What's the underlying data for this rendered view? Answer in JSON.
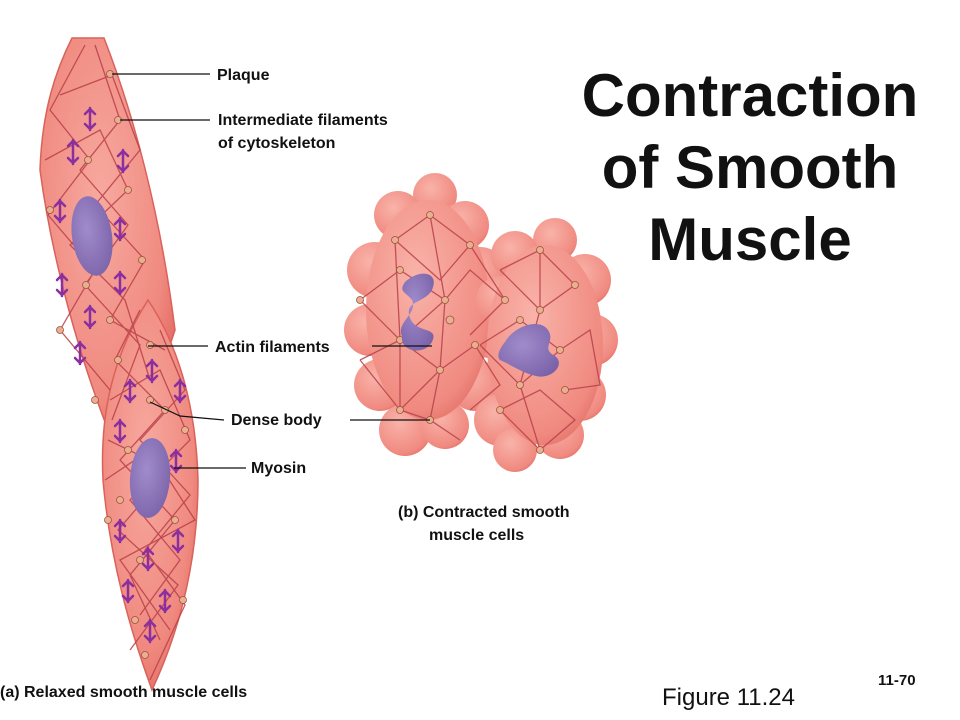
{
  "title": "Contraction of Smooth Muscle",
  "labels": {
    "plaque": "Plaque",
    "intermediate_1": "Intermediate filaments",
    "intermediate_2": "of cytoskeleton",
    "actin": "Actin filaments",
    "dense_body": "Dense body",
    "myosin": "Myosin"
  },
  "captions": {
    "relaxed": "(a) Relaxed smooth muscle cells",
    "contracted_1": "(b) Contracted smooth",
    "contracted_2": "muscle cells"
  },
  "figure_ref": "Figure 11.24",
  "slide_number": "11-70",
  "colors": {
    "cell_fill": "#f08a80",
    "cell_shade": "#e2675f",
    "filament": "#b8404a",
    "nucleus": "#8a72b6",
    "myosin": "#8b2fa0",
    "dense_body": "#e8b090"
  }
}
